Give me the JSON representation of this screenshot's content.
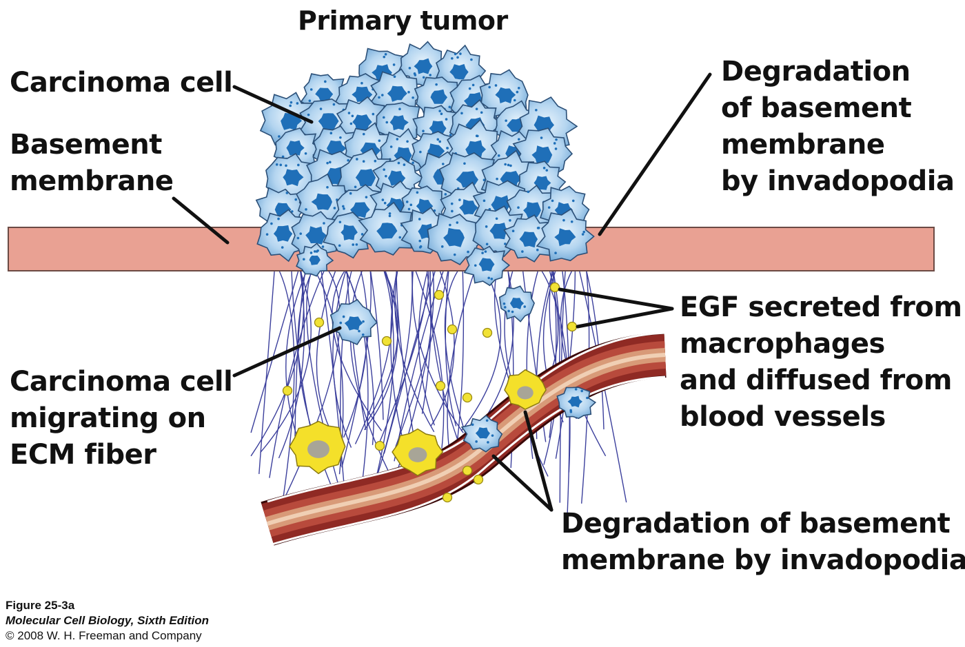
{
  "title": "Primary tumor",
  "labels": {
    "carcinoma_cell": [
      "Carcinoma cell"
    ],
    "basement_membrane": [
      "Basement",
      "membrane"
    ],
    "degradation_top": [
      "Degradation",
      "of basement",
      "membrane",
      "by invadopodia"
    ],
    "egf": [
      "EGF secreted from",
      "macrophages",
      "and diffused from",
      "blood vessels"
    ],
    "migrating": [
      "Carcinoma cell",
      "migrating on",
      "ECM fiber"
    ],
    "degradation_bottom": [
      "Degradation of basement",
      "membrane by invadopodia"
    ]
  },
  "caption": {
    "figure": "Figure 25-3a",
    "book": "Molecular Cell Biology, Sixth Edition",
    "copyright": "© 2008 W. H. Freeman and Company"
  },
  "colors": {
    "membrane_fill": "#e9a193",
    "membrane_stroke": "#6b4a44",
    "cell_fill": "#a9cdec",
    "cell_light": "#d8ebf8",
    "cell_stroke": "#2b4f77",
    "nucleus": "#1f6fb8",
    "fiber": "#3b3f9c",
    "egf_dot": "#f1e235",
    "macrophage": "#f4e02a",
    "macrophage_nucleus": "#a8a597",
    "vessel_dark": "#5c0f0f",
    "vessel_mid": "#9c2e28",
    "vessel_light": "#d9a07e"
  }
}
